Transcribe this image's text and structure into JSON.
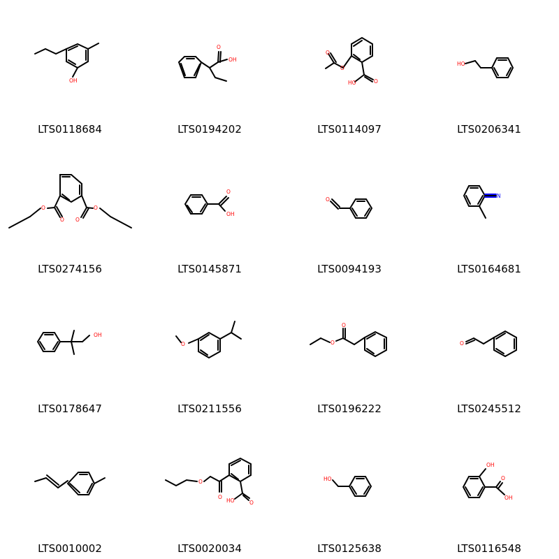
{
  "colors": {
    "bond": "#000000",
    "oxygen": "#ff0000",
    "nitrogen": "#0000ff",
    "background": "#ffffff"
  },
  "molecules": [
    {
      "id": "LTS0118684",
      "atom_labels": [
        "OH"
      ]
    },
    {
      "id": "LTS0194202",
      "atom_labels": [
        "O",
        "OH"
      ]
    },
    {
      "id": "LTS0114097",
      "atom_labels": [
        "O",
        "O",
        "HO",
        "O"
      ]
    },
    {
      "id": "LTS0206341",
      "atom_labels": [
        "HO"
      ]
    },
    {
      "id": "LTS0274156",
      "atom_labels": [
        "O",
        "O",
        "O",
        "O"
      ]
    },
    {
      "id": "LTS0145871",
      "atom_labels": [
        "O",
        "OH"
      ]
    },
    {
      "id": "LTS0094193",
      "atom_labels": [
        "O"
      ]
    },
    {
      "id": "LTS0164681",
      "atom_labels": [
        "N"
      ]
    },
    {
      "id": "LTS0178647",
      "atom_labels": [
        "OH"
      ]
    },
    {
      "id": "LTS0211556",
      "atom_labels": [
        "O"
      ]
    },
    {
      "id": "LTS0196222",
      "atom_labels": [
        "O",
        "O"
      ]
    },
    {
      "id": "LTS0245512",
      "atom_labels": [
        "O"
      ]
    },
    {
      "id": "LTS0010002",
      "atom_labels": []
    },
    {
      "id": "LTS0020034",
      "atom_labels": [
        "O",
        "O",
        "HO",
        "O"
      ]
    },
    {
      "id": "LTS0125638",
      "atom_labels": [
        "HO"
      ]
    },
    {
      "id": "LTS0116548",
      "atom_labels": [
        "OH",
        "O",
        "OH"
      ]
    }
  ]
}
